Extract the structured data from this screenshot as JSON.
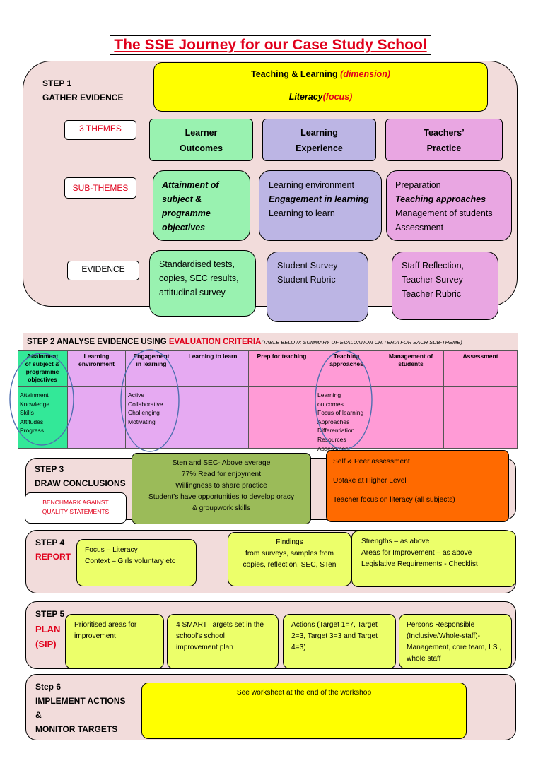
{
  "title": "The SSE Journey for our Case Study School",
  "step1": {
    "label_line1": "STEP 1",
    "label_line2": "GATHER EVIDENCE",
    "dimension_text": "Teaching & Learning ",
    "dimension_note": "(dimension)",
    "focus_text": "Literacy",
    "focus_note": "(focus)",
    "tag_themes": "3 THEMES",
    "tag_subthemes": "SUB-THEMES",
    "tag_evidence": "EVIDENCE",
    "themes": [
      {
        "line1": "Learner",
        "line2": "Outcomes"
      },
      {
        "line1": "Learning",
        "line2": "Experience"
      },
      {
        "line1": "Teachers’",
        "line2": "Practice"
      }
    ],
    "sub_outcomes": [
      "Attainment of",
      "subject &",
      "programme",
      "objectives"
    ],
    "sub_experience": [
      "Learning environment",
      "Engagement in learning",
      "Learning to learn"
    ],
    "sub_practice": [
      "Preparation",
      "Teaching approaches",
      "Management of students",
      "Assessment"
    ],
    "evidence_outcomes": [
      "Standardised tests,",
      "copies, SEC results,",
      "attitudinal survey"
    ],
    "evidence_experience": [
      "Student Survey",
      "Student Rubric"
    ],
    "evidence_practice": [
      "Staff Reflection,",
      "Teacher Survey",
      "Teacher Rubric"
    ]
  },
  "step2": {
    "label": "STEP 2 ANALYSE EVIDENCE USING ",
    "criteria": "EVALUATION CRITERIA",
    "note": "(TABLE BELOW: SUMMARY OF EVALUATION CRITERIA FOR EACH SUB-THEME)",
    "columns": [
      {
        "header": [
          "Attainment",
          "of subject &",
          "programme",
          "objectives"
        ],
        "items": [
          "Attainment",
          "Knowledge",
          "Skills",
          "Attitudes",
          "Progress"
        ]
      },
      {
        "header": [
          "Learning",
          "environment"
        ],
        "items": []
      },
      {
        "header": [
          "Engagement",
          "in learning"
        ],
        "items": [
          "Active",
          "Collaborative",
          "Challenging",
          "Motivating"
        ]
      },
      {
        "header": [
          "Learning to learn"
        ],
        "items": []
      },
      {
        "header": [
          "Prep for teaching"
        ],
        "items": []
      },
      {
        "header": [
          "Teaching",
          "approaches"
        ],
        "items": [
          "Learning",
          "outcomes",
          "Focus of learning",
          "Approaches",
          "Differentiation",
          "Resources",
          "Assessment"
        ]
      },
      {
        "header": [
          "Management of",
          "students"
        ],
        "items": []
      },
      {
        "header": [
          "Assessment"
        ],
        "items": []
      }
    ]
  },
  "step3": {
    "label_line1": "STEP 3",
    "label_line2": "DRAW CONCLUSIONS",
    "benchmark": [
      "BENCHMARK AGAINST",
      "QUALITY STATEMENTS"
    ],
    "green_lines": [
      "Sten and SEC-  Above average",
      "77% Read for enjoyment",
      "Willingness to share practice",
      "Student’s have opportunities to develop oracy",
      "& groupwork skills"
    ],
    "orange_lines": [
      "Self & Peer assessment",
      "Uptake at Higher Level",
      "Teacher focus on literacy (all subjects)"
    ]
  },
  "step4": {
    "label_line1": "STEP 4",
    "label_line2": "REPORT",
    "box1": [
      "Focus – Literacy",
      "Context – Girls voluntary etc"
    ],
    "box2": [
      "Findings",
      "from surveys, samples from",
      "copies, reflection, SEC, STen"
    ],
    "box3": [
      "Strengths – as above",
      "Areas for Improvement – as above",
      "Legislative Requirements - Checklist"
    ]
  },
  "step5": {
    "label_line1": "STEP 5",
    "label_line2": "PLAN",
    "label_line3": "(SIP)",
    "box1": [
      "Prioritised areas for",
      "improvement"
    ],
    "box2": [
      "4 SMART Targets set in the",
      "school’s school",
      "improvement plan"
    ],
    "box3": [
      "Actions (Target 1=7, Target",
      "2=3, Target 3=3 and Target",
      "4=3)"
    ],
    "box4": [
      "Persons Responsible",
      "(Inclusive/Whole-staff)-",
      "Management, core team, LS ,",
      "whole staff"
    ]
  },
  "step6": {
    "label_line1": "Step 6",
    "label_line2": "IMPLEMENT ACTIONS",
    "label_line3": "&",
    "label_line4": "MONITOR TARGETS",
    "box": "See worksheet at the end of the workshop"
  },
  "colors": {
    "pink_bg": "#f2dcdb",
    "yellow": "#ffff00",
    "light_yellow": "#ecff6a",
    "green": "#99f2b0",
    "lavender": "#bcb5e4",
    "magenta": "#e9a6e2",
    "olive": "#9bbb59",
    "orange": "#ff6a00",
    "red": "#e0001b"
  }
}
